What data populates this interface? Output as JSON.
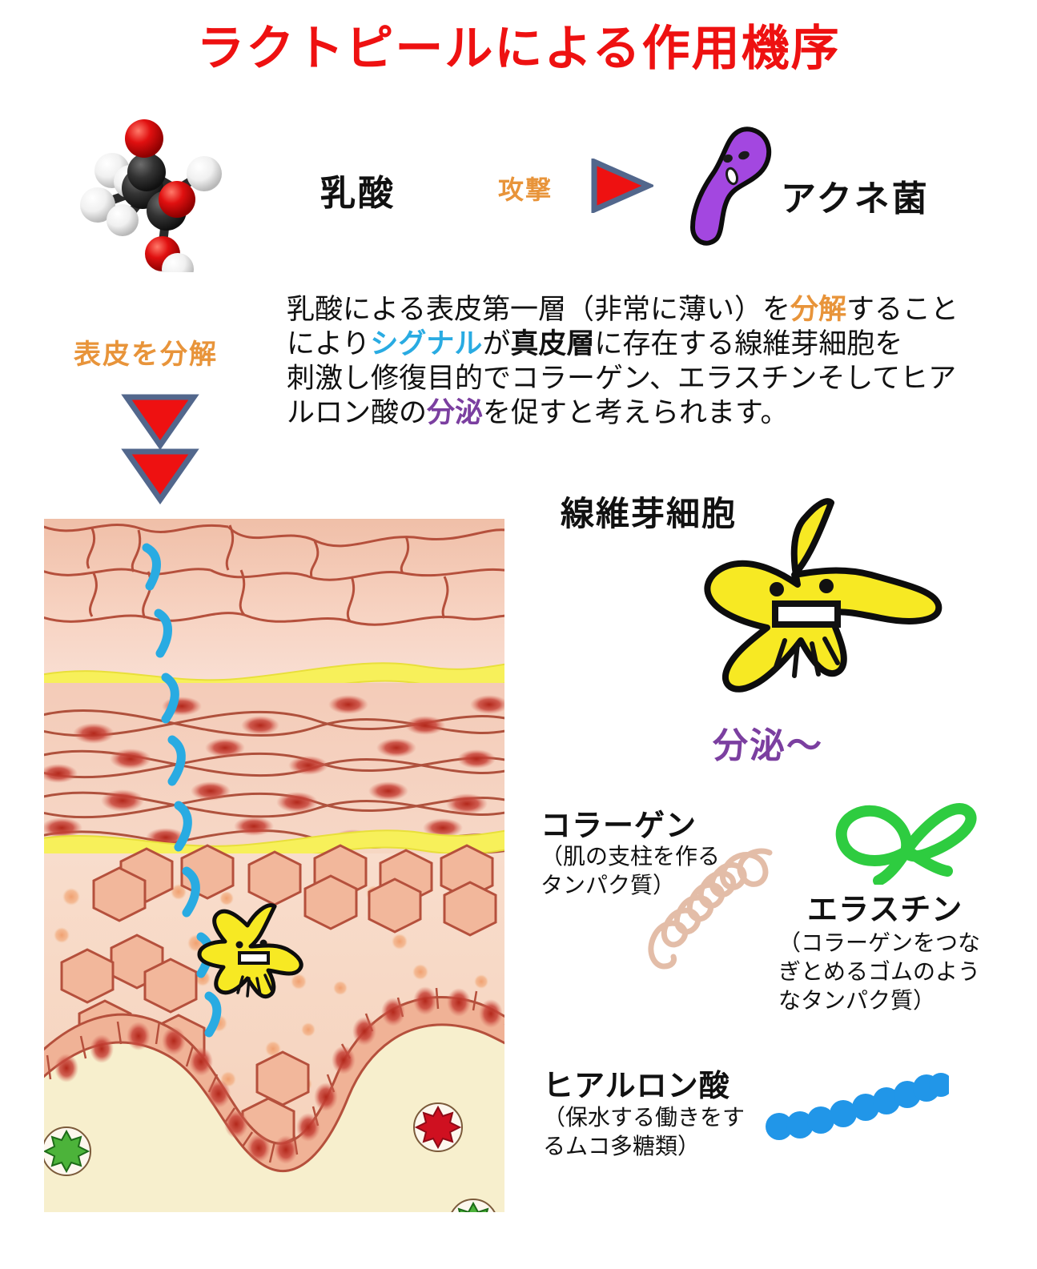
{
  "title": "ラクトピールによる作用機序",
  "top_row": {
    "molecule_name": "乳酸",
    "attack_label": "攻撃",
    "bacteria_label": "アクネ菌",
    "molecule_icon": "lactic-acid-ball-and-stick-model",
    "arrow_icon": "right-triangle-arrow",
    "bacteria_icon": "acne-bacterium"
  },
  "left_flow": {
    "peel_label": "表皮を分解",
    "arrow_icon": "double-down-triangle-arrow"
  },
  "paragraph": {
    "line1_a": "乳酸による表皮第一層（非常に薄い）を",
    "line1_hl": "分解",
    "line1_b": "すること",
    "line2_a": "により",
    "line2_hl": "シグナル",
    "line2_b": "が",
    "line2_bold": "真皮層",
    "line2_c": "に存在する線維芽細胞を",
    "line3": "刺激し修復目的でコラーゲン、エラスチンそしてヒア",
    "line4_a": "ルロン酸の",
    "line4_hl": "分泌",
    "line4_b": "を促すと考えられます。"
  },
  "skin_diagram": {
    "icon": "skin-cross-section-illustration",
    "signal_icon": "cyan-signal-zigzag",
    "fibroblast_icon": "small-yellow-fibroblast"
  },
  "fibroblast": {
    "label": "線維芽細胞",
    "secrete_label": "分泌〜",
    "icon": "yellow-star-fibroblast-character"
  },
  "substances": [
    {
      "name": "コラーゲン",
      "description": "（肌の支柱を作るタンパク質）",
      "icon": "collagen-helix-coil"
    },
    {
      "name": "エラスチン",
      "description": "（コラーゲンをつなぎとめるゴムのようなタンパク質）",
      "icon": "elastin-green-bow"
    },
    {
      "name": "ヒアルロン酸",
      "description": "（保水する働きをするムコ多糖類）",
      "icon": "hyaluronic-acid-bead-chain"
    }
  ],
  "colors": {
    "title_red": "#ee1111",
    "orange": "#e8943a",
    "cyan": "#29abe2",
    "purple": "#7b3fa0",
    "arrow_red": "#ee1111",
    "arrow_border": "#52678c",
    "bacteria_purple": "#a347e0",
    "fibroblast_yellow": "#f7e923",
    "collagen_beige": "#e3bda8",
    "elastin_green": "#2ecc40",
    "hyaluron_blue": "#2196e8"
  }
}
